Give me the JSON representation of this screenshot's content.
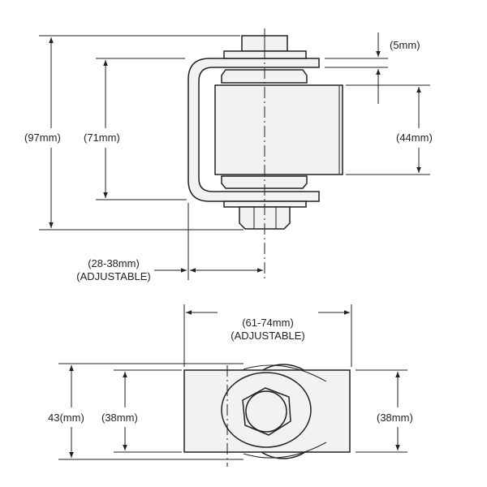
{
  "side_view": {
    "overall_height": "(97mm)",
    "strap_height": "(71mm)",
    "plate_thickness": "(5mm)",
    "barrel_height": "(44mm)",
    "offset_label": "(28-38mm)",
    "offset_note": "(ADJUSTABLE)"
  },
  "top_view": {
    "length_label": "(61-74mm)",
    "length_note": "(ADJUSTABLE)",
    "overall_width": "43(mm)",
    "plate_width": "(38mm)",
    "barrel_width": "(38mm)"
  }
}
